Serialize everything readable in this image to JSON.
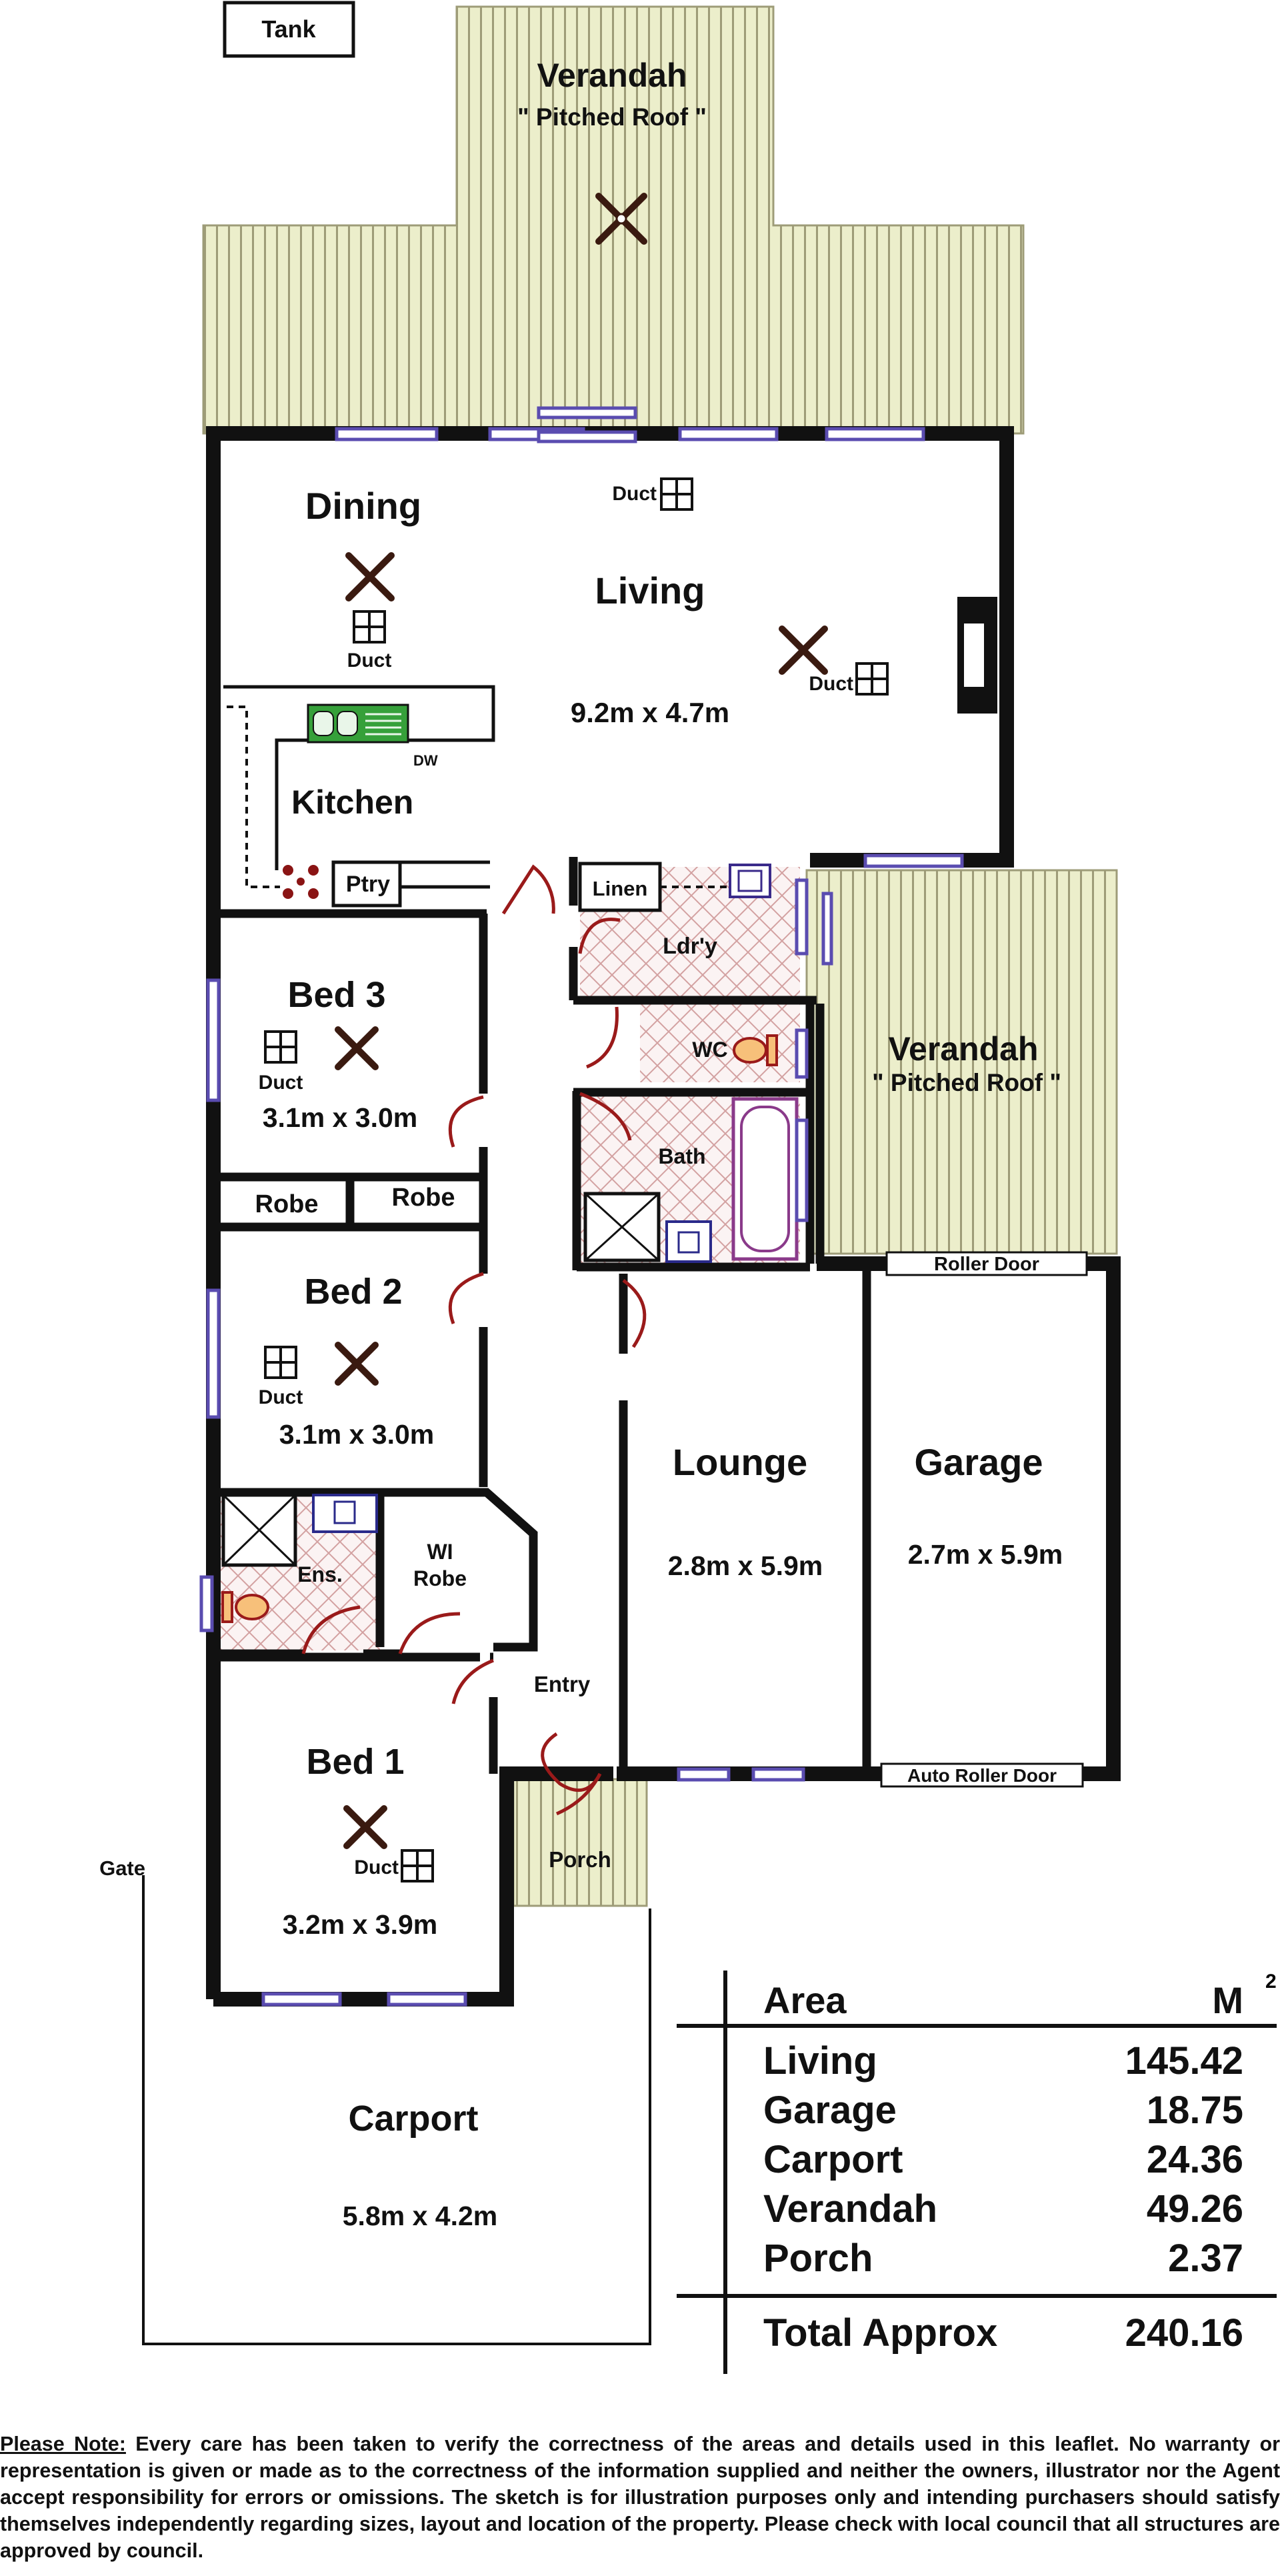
{
  "plan": {
    "tank": "Tank",
    "verandah_rear": {
      "name": "Verandah",
      "note": "\" Pitched Roof \""
    },
    "verandah_side": {
      "name": "Verandah",
      "note": "\" Pitched Roof \""
    },
    "dining": "Dining",
    "living": {
      "name": "Living",
      "dims": "9.2m x 4.7m"
    },
    "kitchen": "Kitchen",
    "dw": "DW",
    "pantry": "Ptry",
    "linen": "Linen",
    "laundry": "Ldr'y",
    "wc": "WC",
    "bath": "Bath",
    "bed3": {
      "name": "Bed 3",
      "dims": "3.1m x 3.0m"
    },
    "bed2": {
      "name": "Bed 2",
      "dims": "3.1m x 3.0m"
    },
    "bed1": {
      "name": "Bed 1",
      "dims": "3.2m x 3.9m"
    },
    "robe_a": "Robe",
    "robe_b": "Robe",
    "ensuite": "Ens.",
    "wi_robe_1": "WI",
    "wi_robe_2": "Robe",
    "entry": "Entry",
    "porch": "Porch",
    "lounge": {
      "name": "Lounge",
      "dims": "2.8m x 5.9m"
    },
    "garage": {
      "name": "Garage",
      "dims": "2.7m x 5.9m"
    },
    "roller_door": "Roller Door",
    "auto_roller_door": "Auto Roller Door",
    "gate": "Gate",
    "carport": {
      "name": "Carport",
      "dims": "5.8m x 4.2m"
    },
    "duct": "Duct"
  },
  "areas": {
    "header": {
      "label": "Area",
      "unit": "M",
      "unit_sup": "2"
    },
    "rows": [
      {
        "label": "Living",
        "value": "145.42"
      },
      {
        "label": "Garage",
        "value": "18.75"
      },
      {
        "label": "Carport",
        "value": "24.36"
      },
      {
        "label": "Verandah",
        "value": "49.26"
      },
      {
        "label": "Porch",
        "value": "2.37"
      }
    ],
    "total": {
      "label": "Total Approx",
      "value": "240.16"
    }
  },
  "note": {
    "heading": "Please Note:",
    "text": " Every care has been taken to verify the correctness of the areas and details used in this leaflet. No warranty or representation is given or made as to the correctness of the information supplied and neither the owners, illustrator nor the Agent accept responsibility for errors or omissions. The sketch is for illustration purposes only and intending purchasers should satisfy themselves independently regarding sizes, layout and location of the property. Please check with local council that all structures are approved by council."
  },
  "colors": {
    "wall": "#111111",
    "verandah_fill": "#e9ecc8",
    "verandah_stripe": "#9c9a74",
    "window": "#6a5bc2",
    "door": "#9a1a1a",
    "tile": "#d9a8a8"
  }
}
